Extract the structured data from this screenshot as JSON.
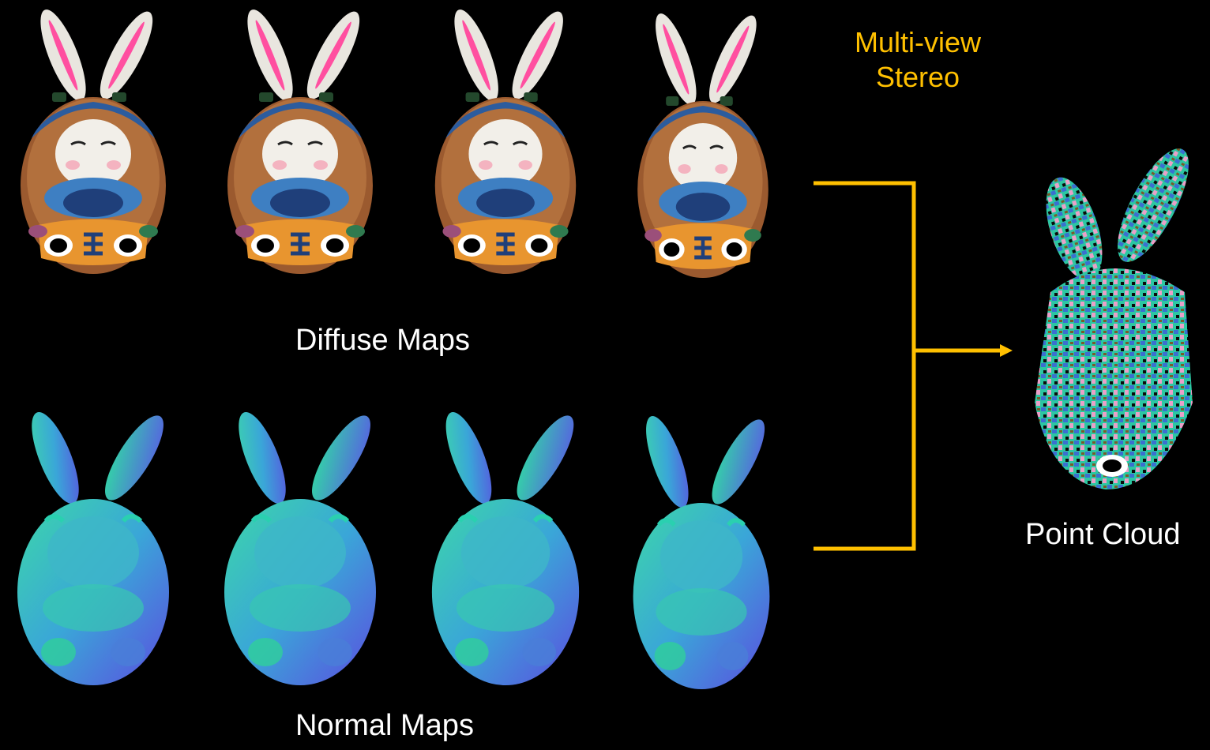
{
  "labels": {
    "multi_view_stereo_line1": "Multi-view",
    "multi_view_stereo_line2": "Stereo",
    "diffuse_maps": "Diffuse Maps",
    "normal_maps": "Normal Maps",
    "point_cloud": "Point Cloud"
  },
  "colors": {
    "background": "#000000",
    "accent": "#ffc000",
    "text": "#ffffff"
  },
  "figures": {
    "diffuse_views": 4,
    "normal_views": 4
  }
}
